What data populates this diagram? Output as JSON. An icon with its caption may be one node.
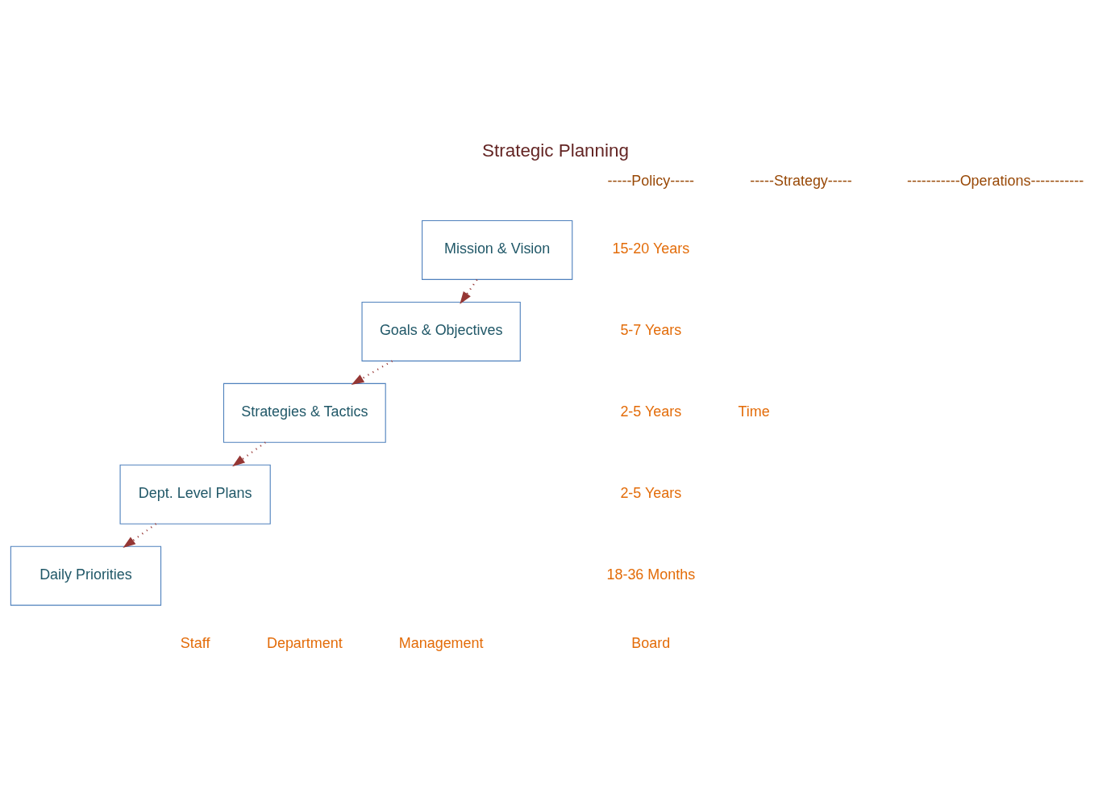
{
  "diagram": {
    "title": "Strategic Planning",
    "nodes": [
      {
        "text": [
          "Mission & Vision"
        ]
      },
      {
        "text": [
          "Goals & Objectives"
        ]
      },
      {
        "text": [
          "Strategies & Tactics"
        ]
      },
      {
        "text": [
          "Dept. Level Plans"
        ]
      },
      {
        "text": [
          "Daily Priorities"
        ]
      }
    ],
    "edges": [
      {
        "from": 0,
        "to": 1,
        "arrow": "to",
        "style": "dashed"
      },
      {
        "from": 1,
        "to": 2,
        "arrow": "to",
        "style": "dashed"
      },
      {
        "from": 2,
        "to": 3,
        "arrow": "to",
        "style": "dashed"
      },
      {
        "from": 3,
        "to": 4,
        "arrow": "to",
        "style": "dashed"
      }
    ],
    "labels": [
      "-----Policy-----",
      "-----Strategy-----",
      "-----------Operations-----------",
      "15-20 Years",
      "5-7 Years",
      "2-5 Years",
      "2-5 Years",
      "18-36 Months",
      "Time",
      "Board",
      "Management",
      "Department",
      "Staff"
    ]
  }
}
